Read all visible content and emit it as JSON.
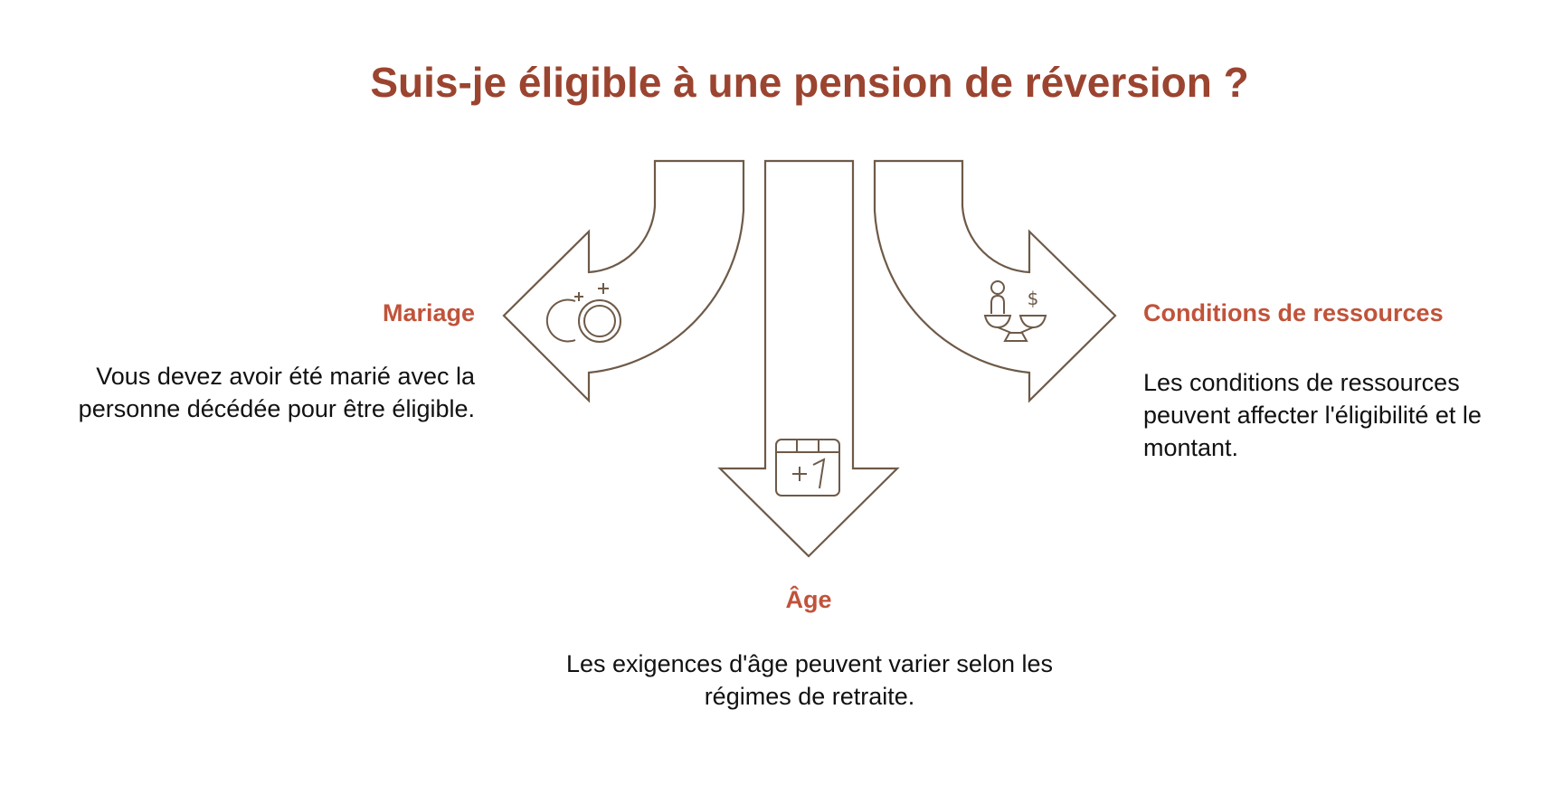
{
  "title": "Suis-je éligible à une pension de réversion ?",
  "colors": {
    "title": "#9b4430",
    "heading": "#c0533a",
    "stroke": "#6e5a48",
    "text": "#111111"
  },
  "branches": [
    {
      "id": "mariage",
      "heading": "Mariage",
      "description": "Vous devez avoir été marié avec la personne décédée pour être éligible.",
      "icon": "wedding-rings-icon",
      "direction": "left"
    },
    {
      "id": "age",
      "heading": "Âge",
      "description": "Les exigences d'âge peuvent varier selon les régimes de retraite.",
      "icon": "calendar-plus-one-icon",
      "icon_text": "+1",
      "direction": "down"
    },
    {
      "id": "ressources",
      "heading": "Conditions de ressources",
      "description": "Les conditions de ressources peuvent affecter l'éligibilité et le montant.",
      "icon": "balance-scale-person-money-icon",
      "icon_text": "$",
      "direction": "right"
    }
  ]
}
